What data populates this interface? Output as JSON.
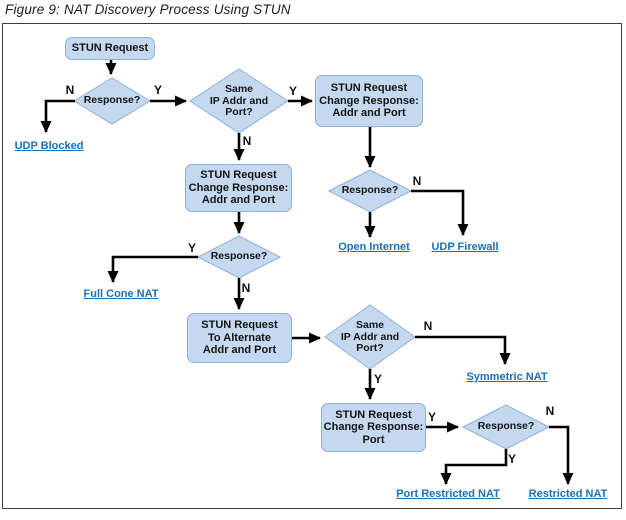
{
  "title": "Figure 9: NAT Discovery Process Using STUN",
  "labels": {
    "yes": "Y",
    "no": "N"
  },
  "nodes": {
    "stun_request": {
      "line1": "STUN Request"
    },
    "response_1": {
      "line1": "Response?"
    },
    "same_ip_1": {
      "line1": "Same",
      "line2": "IP Addr and",
      "line3": "Port?"
    },
    "change_resp_addr_port_right": {
      "line1": "STUN Request",
      "line2": "Change Response:",
      "line3": "Addr and Port"
    },
    "response_2": {
      "line1": "Response?"
    },
    "change_resp_addr_port_mid": {
      "line1": "STUN Request",
      "line2": "Change Response:",
      "line3": "Addr and Port"
    },
    "response_3": {
      "line1": "Response?"
    },
    "to_alternate_addr_port": {
      "line1": "STUN Request",
      "line2": "To Alternate",
      "line3": "Addr and Port"
    },
    "same_ip_2": {
      "line1": "Same",
      "line2": "IP Addr and",
      "line3": "Port?"
    },
    "change_resp_port": {
      "line1": "STUN Request",
      "line2": "Change Response:",
      "line3": "Port"
    },
    "response_4": {
      "line1": "Response?"
    }
  },
  "outcomes": {
    "udp_blocked": "UDP Blocked",
    "open_internet": "Open Internet",
    "udp_firewall": "UDP Firewall",
    "full_cone_nat": "Full Cone NAT",
    "symmetric_nat": "Symmetric NAT",
    "port_restricted_nat": "Port Restricted NAT",
    "restricted_nat": "Restricted NAT"
  },
  "colors": {
    "node_fill": "#C4D8EF",
    "node_border": "#8FAFD4",
    "link_text": "#1B6FB5",
    "connector": "#000000",
    "frame_border": "#3C3C3C"
  }
}
